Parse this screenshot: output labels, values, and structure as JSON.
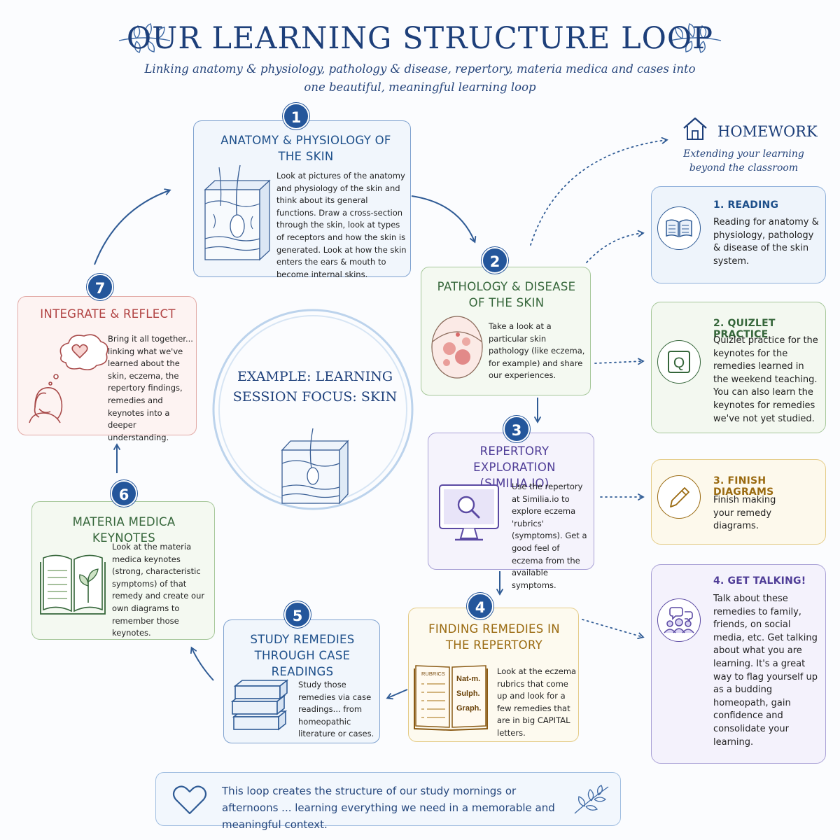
{
  "title": "OUR LEARNING STRUCTURE LOOP",
  "subtitle": "Linking anatomy & physiology, pathology & disease, repertory, materia medica and cases into one beautiful, meaningful learning loop",
  "center": {
    "text": "EXAMPLE: LEARNING SESSION FOCUS: SKIN"
  },
  "steps": [
    {
      "number": "1",
      "heading": "ANATOMY & PHYSIOLOGY OF THE SKIN",
      "text": "Look at pictures of the anatomy and physiology of the skin and think about its general functions. Draw a cross-section through the skin, look at types of receptors and how the skin is generated. Look at how the skin enters the ears & mouth to become internal skins."
    },
    {
      "number": "2",
      "heading": "PATHOLOGY & DISEASE OF THE SKIN",
      "text": "Take a look at a particular skin pathology (like eczema, for example) and share our experiences."
    },
    {
      "number": "3",
      "heading": "REPERTORY EXPLORATION (SIMILIA.IO)",
      "text": "Use the repertory at Similia.io to explore eczema 'rubrics' (symptoms). Get a good feel of eczema from the available symptoms."
    },
    {
      "number": "4",
      "heading": "FINDING REMEDIES IN THE REPERTORY",
      "text": "Look at the eczema rubrics that come up and look for a few remedies that are in big CAPITAL letters.",
      "book_label": "RUBRICS",
      "remedies": [
        "Nat-m.",
        "Sulph.",
        "Graph."
      ]
    },
    {
      "number": "5",
      "heading": "STUDY REMEDIES THROUGH CASE READINGS",
      "text": "Study those remedies via case readings... from homeopathic literature or cases."
    },
    {
      "number": "6",
      "heading": "MATERIA MEDICA KEYNOTES",
      "text": "Look at the materia medica keynotes (strong, characteristic symptoms) of that remedy and create our own diagrams to remember those keynotes."
    },
    {
      "number": "7",
      "heading": "INTEGRATE & REFLECT",
      "text": "Bring it all together... linking what we've learned about the skin, eczema, the repertory findings, remedies and keynotes into a deeper understanding."
    }
  ],
  "homework": {
    "title": "HOMEWORK",
    "subtitle": "Extending your learning beyond the classroom",
    "items": [
      {
        "heading": "1. READING",
        "text": "Reading for anatomy & physiology, pathology & disease of the skin system."
      },
      {
        "heading": "2. QUIZLET PRACTICE",
        "text": "Quizlet practice for the keynotes for the remedies learned in the weekend teaching. You can also learn the keynotes for remedies we've not yet studied.",
        "icon_letter": "Q"
      },
      {
        "heading": "3. FINISH DIAGRAMS",
        "text": "Finish making your remedy diagrams."
      },
      {
        "heading": "4. GET TALKING!",
        "text": "Talk about these remedies to family, friends, on social media, etc. Get talking about what you are learning. It's a great way to flag yourself up as a budding homeopath, gain confidence and consolidate your learning."
      }
    ]
  },
  "footer": {
    "text": "This loop creates the structure of our study mornings or afternoons ... learning everything we need in a memorable and meaningful context."
  },
  "colors": {
    "navy": "#1d3f7a",
    "blue": "#7ea1cf",
    "green": "#a6c79a",
    "purple": "#a9a1d6",
    "yellow": "#e4cb86",
    "red": "#e2aaa6"
  }
}
